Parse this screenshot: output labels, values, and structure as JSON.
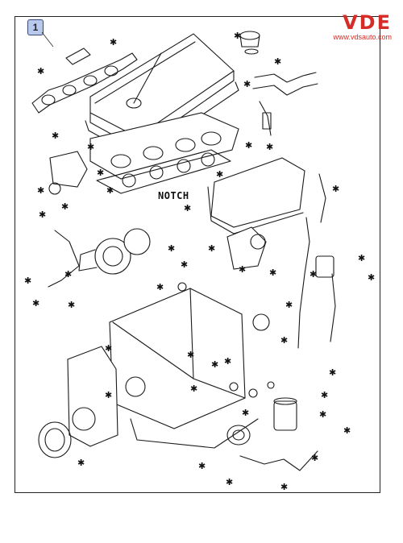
{
  "diagram": {
    "callout_number": "1",
    "notch_label": "NOTCH",
    "asterisk_symbol": "✱"
  },
  "brand": {
    "name": "VDE",
    "url": "www.vdsauto.com",
    "color": "#d62b26"
  },
  "colors": {
    "callout_fill": "#b9c9ec",
    "line": "#1a1a1a"
  }
}
